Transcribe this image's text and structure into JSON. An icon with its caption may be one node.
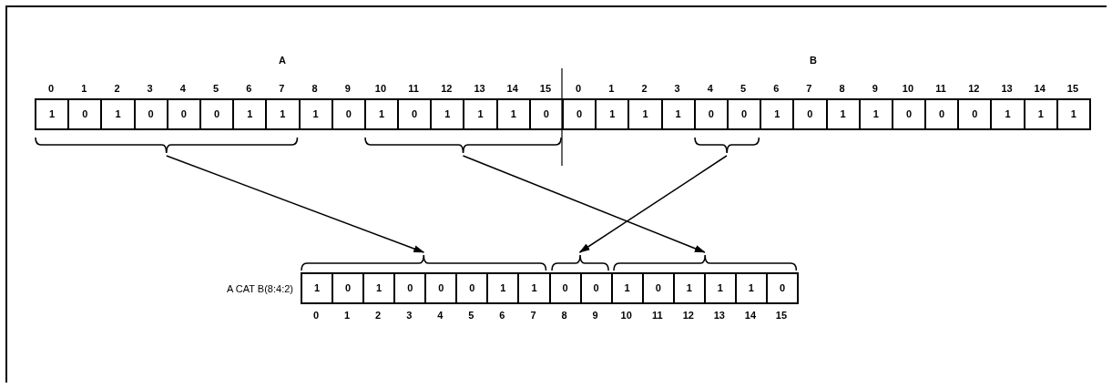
{
  "diagram": {
    "nodes": [
      {
        "text": [],
        "shape": "bracket"
      },
      {
        "text": [],
        "shape": "bracket"
      },
      {
        "text": [],
        "shape": "bracket"
      },
      {
        "text": [],
        "shape": "bracket"
      },
      {
        "text": [],
        "shape": "bracket"
      },
      {
        "text": [],
        "shape": "bracket"
      }
    ],
    "edges": [
      {
        "from": 0,
        "to": 3,
        "arrow": "to"
      },
      {
        "from": 1,
        "to": 5,
        "arrow": "to"
      },
      {
        "from": 2,
        "to": 4,
        "arrow": "to"
      }
    ],
    "labels": [
      "A",
      "B",
      "0",
      "1",
      "2",
      "3",
      "4",
      "5",
      "6",
      "7",
      "8",
      "9",
      "10",
      "11",
      "12",
      "13",
      "14",
      "15",
      "0",
      "1",
      "2",
      "3",
      "4",
      "5",
      "6",
      "7",
      "8",
      "9",
      "10",
      "11",
      "12",
      "13",
      "14",
      "15",
      "1",
      "0",
      "1",
      "0",
      "0",
      "0",
      "1",
      "1",
      "1",
      "0",
      "1",
      "0",
      "1",
      "1",
      "1",
      "0",
      "0",
      "1",
      "1",
      "1",
      "0",
      "0",
      "1",
      "0",
      "1",
      "1",
      "0",
      "0",
      "0",
      "1",
      "1",
      "1",
      "A CAT B(8:4:2)",
      "1",
      "0",
      "1",
      "0",
      "0",
      "0",
      "1",
      "1",
      "0",
      "0",
      "1",
      "0",
      "1",
      "1",
      "1",
      "0",
      "0",
      "1",
      "2",
      "3",
      "4",
      "5",
      "6",
      "7",
      "8",
      "9",
      "10",
      "11",
      "12",
      "13",
      "14",
      "15"
    ]
  }
}
